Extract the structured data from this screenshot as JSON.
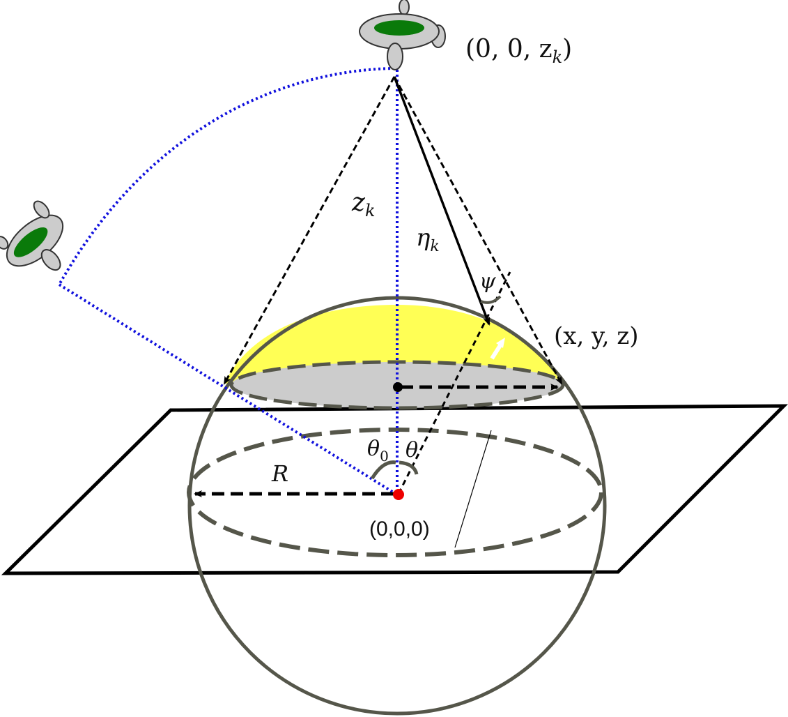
{
  "diagram": {
    "labels": {
      "satellite_position": "(0, 0, z_k)",
      "satellite_position_main": "(0, 0, z",
      "satellite_position_sub": "k",
      "satellite_position_close": ")",
      "altitude": "z_k",
      "altitude_main": "z",
      "altitude_sub": "k",
      "distance": "η_k",
      "distance_main": "η",
      "distance_sub": "k",
      "angle_psi": "ψ",
      "user_position": "(x, y, z)",
      "angle_theta0": "θ_0",
      "angle_theta0_main": "θ",
      "angle_theta0_sub": "0",
      "angle_theta": "θ",
      "radius": "R",
      "origin": "(0,0,0)"
    },
    "colors": {
      "sphere_outline": "#55564a",
      "coverage_cap": "#ffff55",
      "coverage_base": "#cccccc",
      "orbit_path": "#1010dd",
      "satellite_body": "#cccccc",
      "satellite_panel": "#0a7a0a",
      "origin_point": "#ee0000",
      "arrow": "#000000"
    },
    "icons": [
      "satellite-icon",
      "satellite-icon"
    ]
  }
}
